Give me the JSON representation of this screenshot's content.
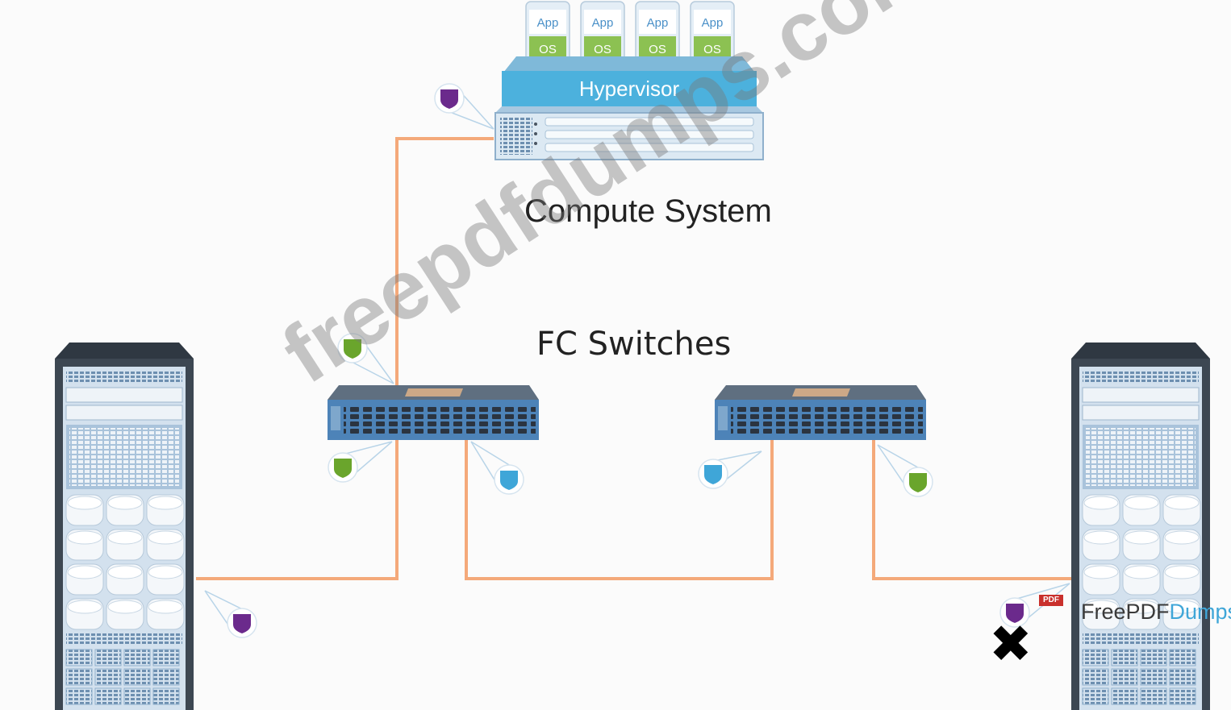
{
  "labels": {
    "compute_system": "Compute System",
    "fc_switches": "FC Switches"
  },
  "vms": [
    {
      "app": "App",
      "os": "OS"
    },
    {
      "app": "App",
      "os": "OS"
    },
    {
      "app": "App",
      "os": "OS"
    },
    {
      "app": "App",
      "os": "OS"
    }
  ],
  "hypervisor_label": "Hypervisor",
  "watermark": "freepdfdumps.com",
  "brand": {
    "part1": "FreePDF",
    "part2": "Dumps",
    "badge": "PDF"
  },
  "fail_mark": "✖",
  "colors": {
    "link": "#f4a97a",
    "path_purple": "#6b2a8c",
    "path_green": "#6aa52c",
    "path_blue": "#3fa6d8",
    "hypervisor": "#4cb1dd",
    "os_green": "#8cc152",
    "rack_dark": "#3d4752"
  }
}
